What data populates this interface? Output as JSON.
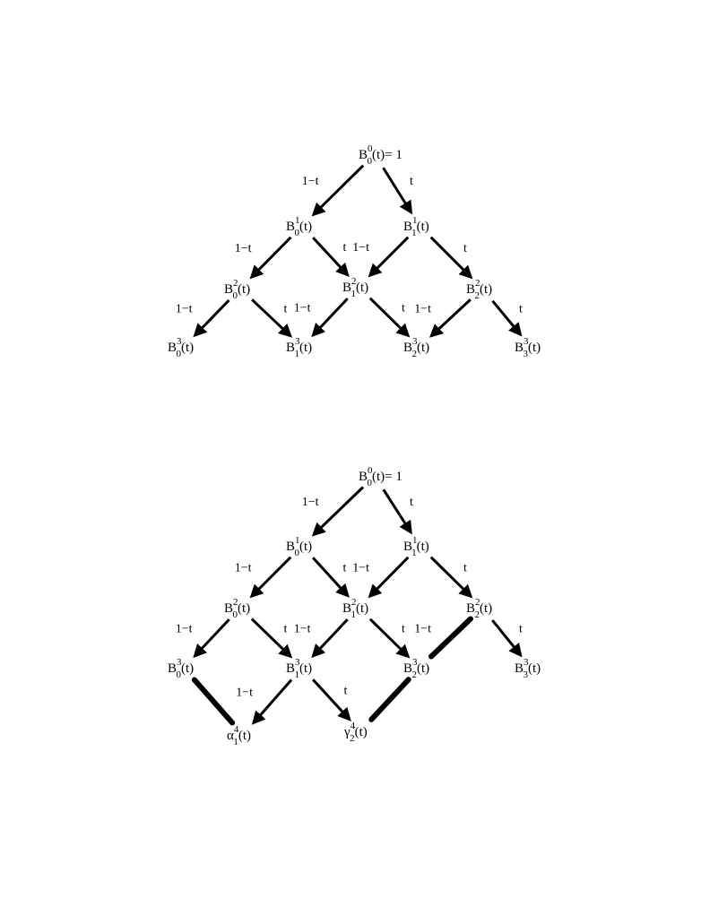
{
  "colors": {
    "ink": "#000000",
    "background": "#ffffff"
  },
  "edge_labels": {
    "left": "1−t",
    "right": "t"
  },
  "diagrams": [
    {
      "id": "top",
      "nodes": [
        {
          "id": "b00",
          "letter": "B",
          "sub": "0",
          "sup": "0",
          "arg": "(t)",
          "suffix": "= 1"
        },
        {
          "id": "b01",
          "letter": "B",
          "sub": "0",
          "sup": "1",
          "arg": "(t)",
          "suffix": ""
        },
        {
          "id": "b11",
          "letter": "B",
          "sub": "1",
          "sup": "1",
          "arg": "(t)",
          "suffix": ""
        },
        {
          "id": "b02",
          "letter": "B",
          "sub": "0",
          "sup": "2",
          "arg": "(t)",
          "suffix": ""
        },
        {
          "id": "b12",
          "letter": "B",
          "sub": "1",
          "sup": "2",
          "arg": "(t)",
          "suffix": ""
        },
        {
          "id": "b22",
          "letter": "B",
          "sub": "2",
          "sup": "2",
          "arg": "(t)",
          "suffix": ""
        },
        {
          "id": "b03",
          "letter": "B",
          "sub": "0",
          "sup": "3",
          "arg": "(t)",
          "suffix": ""
        },
        {
          "id": "b13",
          "letter": "B",
          "sub": "1",
          "sup": "3",
          "arg": "(t)",
          "suffix": ""
        },
        {
          "id": "b23",
          "letter": "B",
          "sub": "2",
          "sup": "3",
          "arg": "(t)",
          "suffix": ""
        },
        {
          "id": "b33",
          "letter": "B",
          "sub": "3",
          "sup": "3",
          "arg": "(t)",
          "suffix": ""
        }
      ],
      "edges": [
        {
          "from": "b00",
          "to": "b01",
          "label": "1−t",
          "weight": "arrow"
        },
        {
          "from": "b00",
          "to": "b11",
          "label": "t",
          "weight": "arrow"
        },
        {
          "from": "b01",
          "to": "b02",
          "label": "1−t",
          "weight": "arrow"
        },
        {
          "from": "b01",
          "to": "b12",
          "label": "t",
          "weight": "arrow"
        },
        {
          "from": "b11",
          "to": "b12",
          "label": "1−t",
          "weight": "arrow"
        },
        {
          "from": "b11",
          "to": "b22",
          "label": "t",
          "weight": "arrow"
        },
        {
          "from": "b02",
          "to": "b03",
          "label": "1−t",
          "weight": "arrow"
        },
        {
          "from": "b02",
          "to": "b13",
          "label": "t",
          "weight": "arrow"
        },
        {
          "from": "b12",
          "to": "b13",
          "label": "1−t",
          "weight": "arrow"
        },
        {
          "from": "b12",
          "to": "b23",
          "label": "t",
          "weight": "arrow"
        },
        {
          "from": "b22",
          "to": "b23",
          "label": "1−t",
          "weight": "arrow"
        },
        {
          "from": "b22",
          "to": "b33",
          "label": "t",
          "weight": "arrow"
        }
      ]
    },
    {
      "id": "bottom",
      "nodes": [
        {
          "id": "b00",
          "letter": "B",
          "sub": "0",
          "sup": "0",
          "arg": "(t)",
          "suffix": "= 1"
        },
        {
          "id": "b01",
          "letter": "B",
          "sub": "0",
          "sup": "1",
          "arg": "(t)",
          "suffix": ""
        },
        {
          "id": "b11",
          "letter": "B",
          "sub": "1",
          "sup": "1",
          "arg": "(t)",
          "suffix": ""
        },
        {
          "id": "b02",
          "letter": "B",
          "sub": "0",
          "sup": "2",
          "arg": "(t)",
          "suffix": ""
        },
        {
          "id": "b12",
          "letter": "B",
          "sub": "1",
          "sup": "2",
          "arg": "(t)",
          "suffix": ""
        },
        {
          "id": "b22",
          "letter": "B",
          "sub": "2",
          "sup": "2",
          "arg": "(t)",
          "suffix": ""
        },
        {
          "id": "b03",
          "letter": "B",
          "sub": "0",
          "sup": "3",
          "arg": "(t)",
          "suffix": ""
        },
        {
          "id": "b13",
          "letter": "B",
          "sub": "1",
          "sup": "3",
          "arg": "(t)",
          "suffix": ""
        },
        {
          "id": "b23",
          "letter": "B",
          "sub": "2",
          "sup": "3",
          "arg": "(t)",
          "suffix": ""
        },
        {
          "id": "b33",
          "letter": "B",
          "sub": "3",
          "sup": "3",
          "arg": "(t)",
          "suffix": ""
        },
        {
          "id": "a14",
          "letter": "α",
          "sub": "1",
          "sup": "4",
          "arg": "(t)",
          "suffix": ""
        },
        {
          "id": "g24",
          "letter": "γ",
          "sub": "2",
          "sup": "4",
          "arg": "(t)",
          "suffix": ""
        }
      ],
      "edges": [
        {
          "from": "b00",
          "to": "b01",
          "label": "1−t",
          "weight": "arrow"
        },
        {
          "from": "b00",
          "to": "b11",
          "label": "t",
          "weight": "arrow"
        },
        {
          "from": "b01",
          "to": "b02",
          "label": "1−t",
          "weight": "arrow"
        },
        {
          "from": "b01",
          "to": "b12",
          "label": "t",
          "weight": "arrow"
        },
        {
          "from": "b11",
          "to": "b12",
          "label": "1−t",
          "weight": "arrow"
        },
        {
          "from": "b11",
          "to": "b22",
          "label": "t",
          "weight": "arrow"
        },
        {
          "from": "b02",
          "to": "b03",
          "label": "1−t",
          "weight": "arrow"
        },
        {
          "from": "b02",
          "to": "b13",
          "label": "t",
          "weight": "arrow"
        },
        {
          "from": "b12",
          "to": "b13",
          "label": "1−t",
          "weight": "arrow"
        },
        {
          "from": "b12",
          "to": "b23",
          "label": "t",
          "weight": "arrow"
        },
        {
          "from": "b22",
          "to": "b23",
          "label": "1−t",
          "weight": "thick"
        },
        {
          "from": "b22",
          "to": "b33",
          "label": "t",
          "weight": "arrow"
        },
        {
          "from": "b03",
          "to": "a14",
          "label": "",
          "weight": "thick"
        },
        {
          "from": "b13",
          "to": "a14",
          "label": "1−t",
          "weight": "arrow"
        },
        {
          "from": "b13",
          "to": "g24",
          "label": "t",
          "weight": "arrow"
        },
        {
          "from": "b23",
          "to": "g24",
          "label": "",
          "weight": "thick"
        }
      ]
    }
  ]
}
